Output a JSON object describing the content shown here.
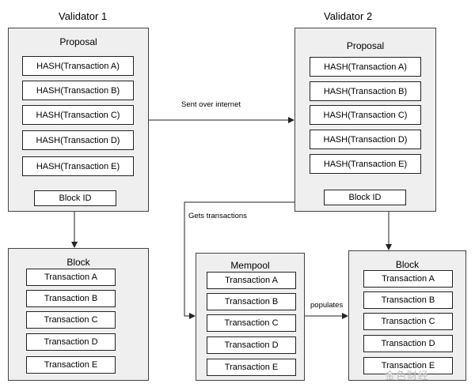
{
  "validator1": {
    "title": "Validator 1",
    "proposal": {
      "title": "Proposal",
      "hashes": [
        "HASH(Transaction A)",
        "HASH(Transaction B)",
        "HASH(Transaction C)",
        "HASH(Transaction D)",
        "HASH(Transaction E)"
      ],
      "block_id": "Block ID"
    },
    "block": {
      "title": "Block",
      "transactions": [
        "Transaction A",
        "Transaction B",
        "Transaction C",
        "Transaction D",
        "Transaction E"
      ]
    }
  },
  "validator2": {
    "title": "Validator 2",
    "proposal": {
      "title": "Proposal",
      "hashes": [
        "HASH(Transaction A)",
        "HASH(Transaction B)",
        "HASH(Transaction C)",
        "HASH(Transaction D)",
        "HASH(Transaction E)"
      ],
      "block_id": "Block ID"
    },
    "block": {
      "title": "Block",
      "transactions": [
        "Transaction A",
        "Transaction B",
        "Transaction C",
        "Transaction D",
        "Transaction E"
      ]
    }
  },
  "mempool": {
    "title": "Mempool",
    "transactions": [
      "Transaction A",
      "Transaction B",
      "Transaction C",
      "Transaction D",
      "Transaction E"
    ]
  },
  "edges": {
    "sent_over_internet": "Sent over internet",
    "gets_transactions": "Gets transactions",
    "populates": "populates"
  },
  "watermark": "金色财经"
}
